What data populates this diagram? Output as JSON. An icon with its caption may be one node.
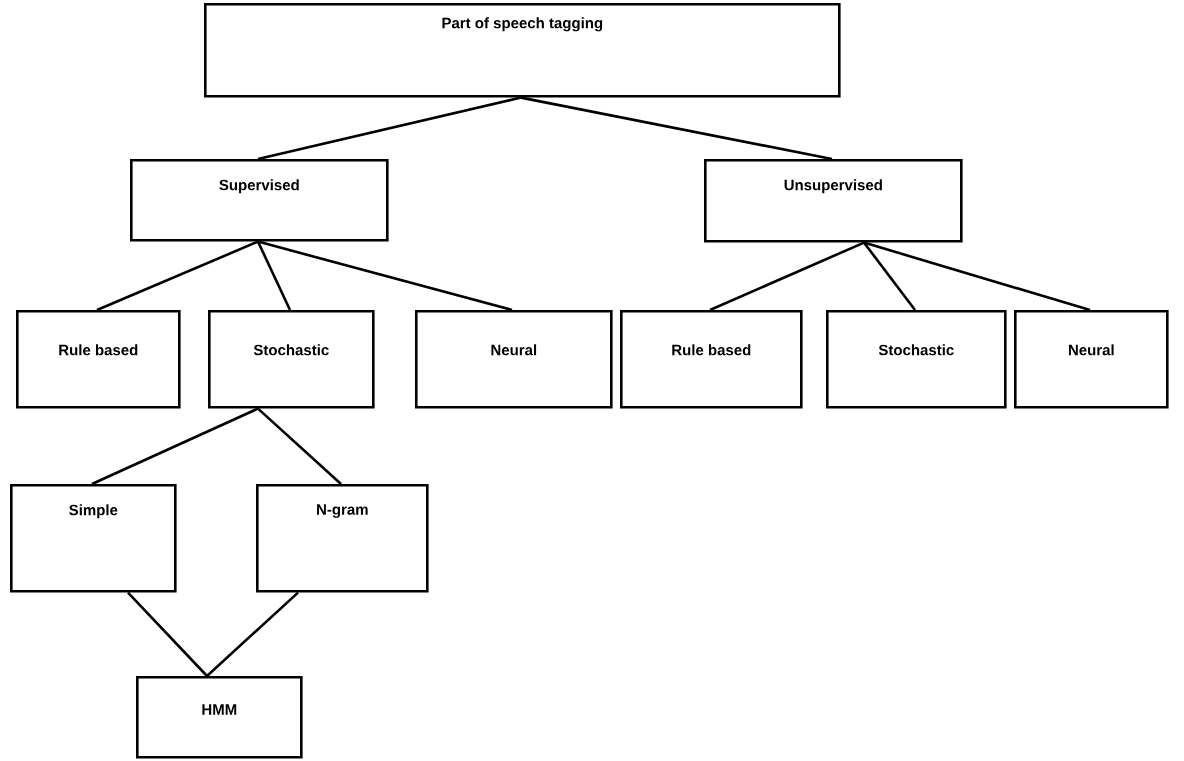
{
  "diagram": {
    "nodes": [
      {
        "text": [
          "Part of speech tagging"
        ]
      },
      {
        "text": [
          "Supervised"
        ]
      },
      {
        "text": [
          "Unsupervised"
        ]
      },
      {
        "text": [
          "Rule based"
        ]
      },
      {
        "text": [
          "Stochastic"
        ]
      },
      {
        "text": [
          "Neural"
        ]
      },
      {
        "text": [
          "Rule based"
        ]
      },
      {
        "text": [
          "Stochastic"
        ]
      },
      {
        "text": [
          "Neural"
        ]
      },
      {
        "text": [
          "Simple"
        ]
      },
      {
        "text": [
          "N-gram"
        ]
      },
      {
        "text": [
          "HMM"
        ]
      }
    ],
    "edges": [
      {
        "from": 0,
        "to": 1,
        "arrow": "none"
      },
      {
        "from": 0,
        "to": 2,
        "arrow": "none"
      },
      {
        "from": 1,
        "to": 3,
        "arrow": "none"
      },
      {
        "from": 1,
        "to": 4,
        "arrow": "none"
      },
      {
        "from": 1,
        "to": 5,
        "arrow": "none"
      },
      {
        "from": 2,
        "to": 6,
        "arrow": "none"
      },
      {
        "from": 2,
        "to": 7,
        "arrow": "none"
      },
      {
        "from": 2,
        "to": 8,
        "arrow": "none"
      },
      {
        "from": 4,
        "to": 9,
        "arrow": "none"
      },
      {
        "from": 4,
        "to": 10,
        "arrow": "none"
      },
      {
        "from": 9,
        "to": 11,
        "arrow": "none"
      },
      {
        "from": 10,
        "to": 11,
        "arrow": "none"
      }
    ]
  }
}
